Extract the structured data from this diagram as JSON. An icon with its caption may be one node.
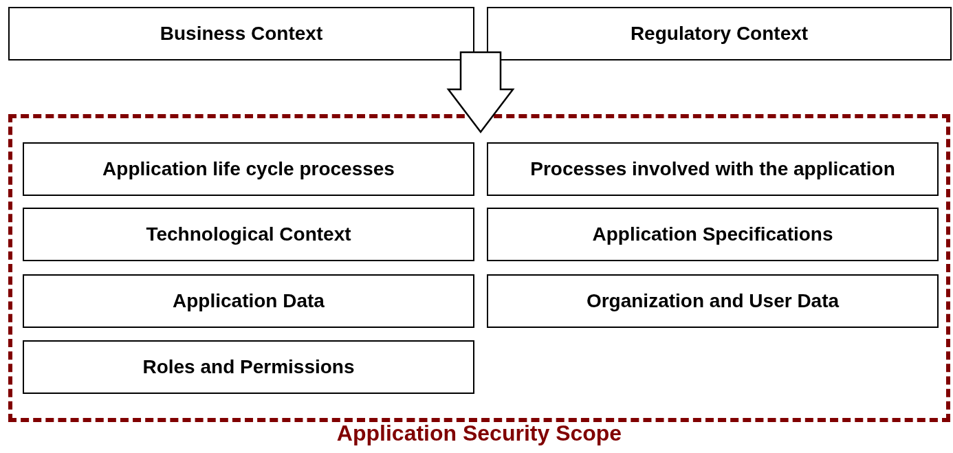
{
  "diagram": {
    "nodes": [
      {
        "text": [
          "Business Context"
        ]
      },
      {
        "text": [
          "Regulatory Context"
        ]
      },
      {
        "text": [
          "Application Security Scope"
        ]
      },
      {
        "text": [
          "Application life cycle processes"
        ],
        "in": 2
      },
      {
        "text": [
          "Processes involved with the application"
        ],
        "in": 2
      },
      {
        "text": [
          "Technological Context"
        ],
        "in": 2
      },
      {
        "text": [
          "Application Specifications"
        ],
        "in": 2
      },
      {
        "text": [
          "Application Data"
        ],
        "in": 2
      },
      {
        "text": [
          "Organization and User Data"
        ],
        "in": 2
      },
      {
        "text": [
          "Roles and Permissions"
        ],
        "in": 2
      }
    ],
    "edges": [
      {
        "from": 0,
        "to": 2,
        "arrow": "to",
        "style": "thick"
      },
      {
        "from": 1,
        "to": 2,
        "arrow": "to",
        "style": "thick"
      }
    ]
  }
}
